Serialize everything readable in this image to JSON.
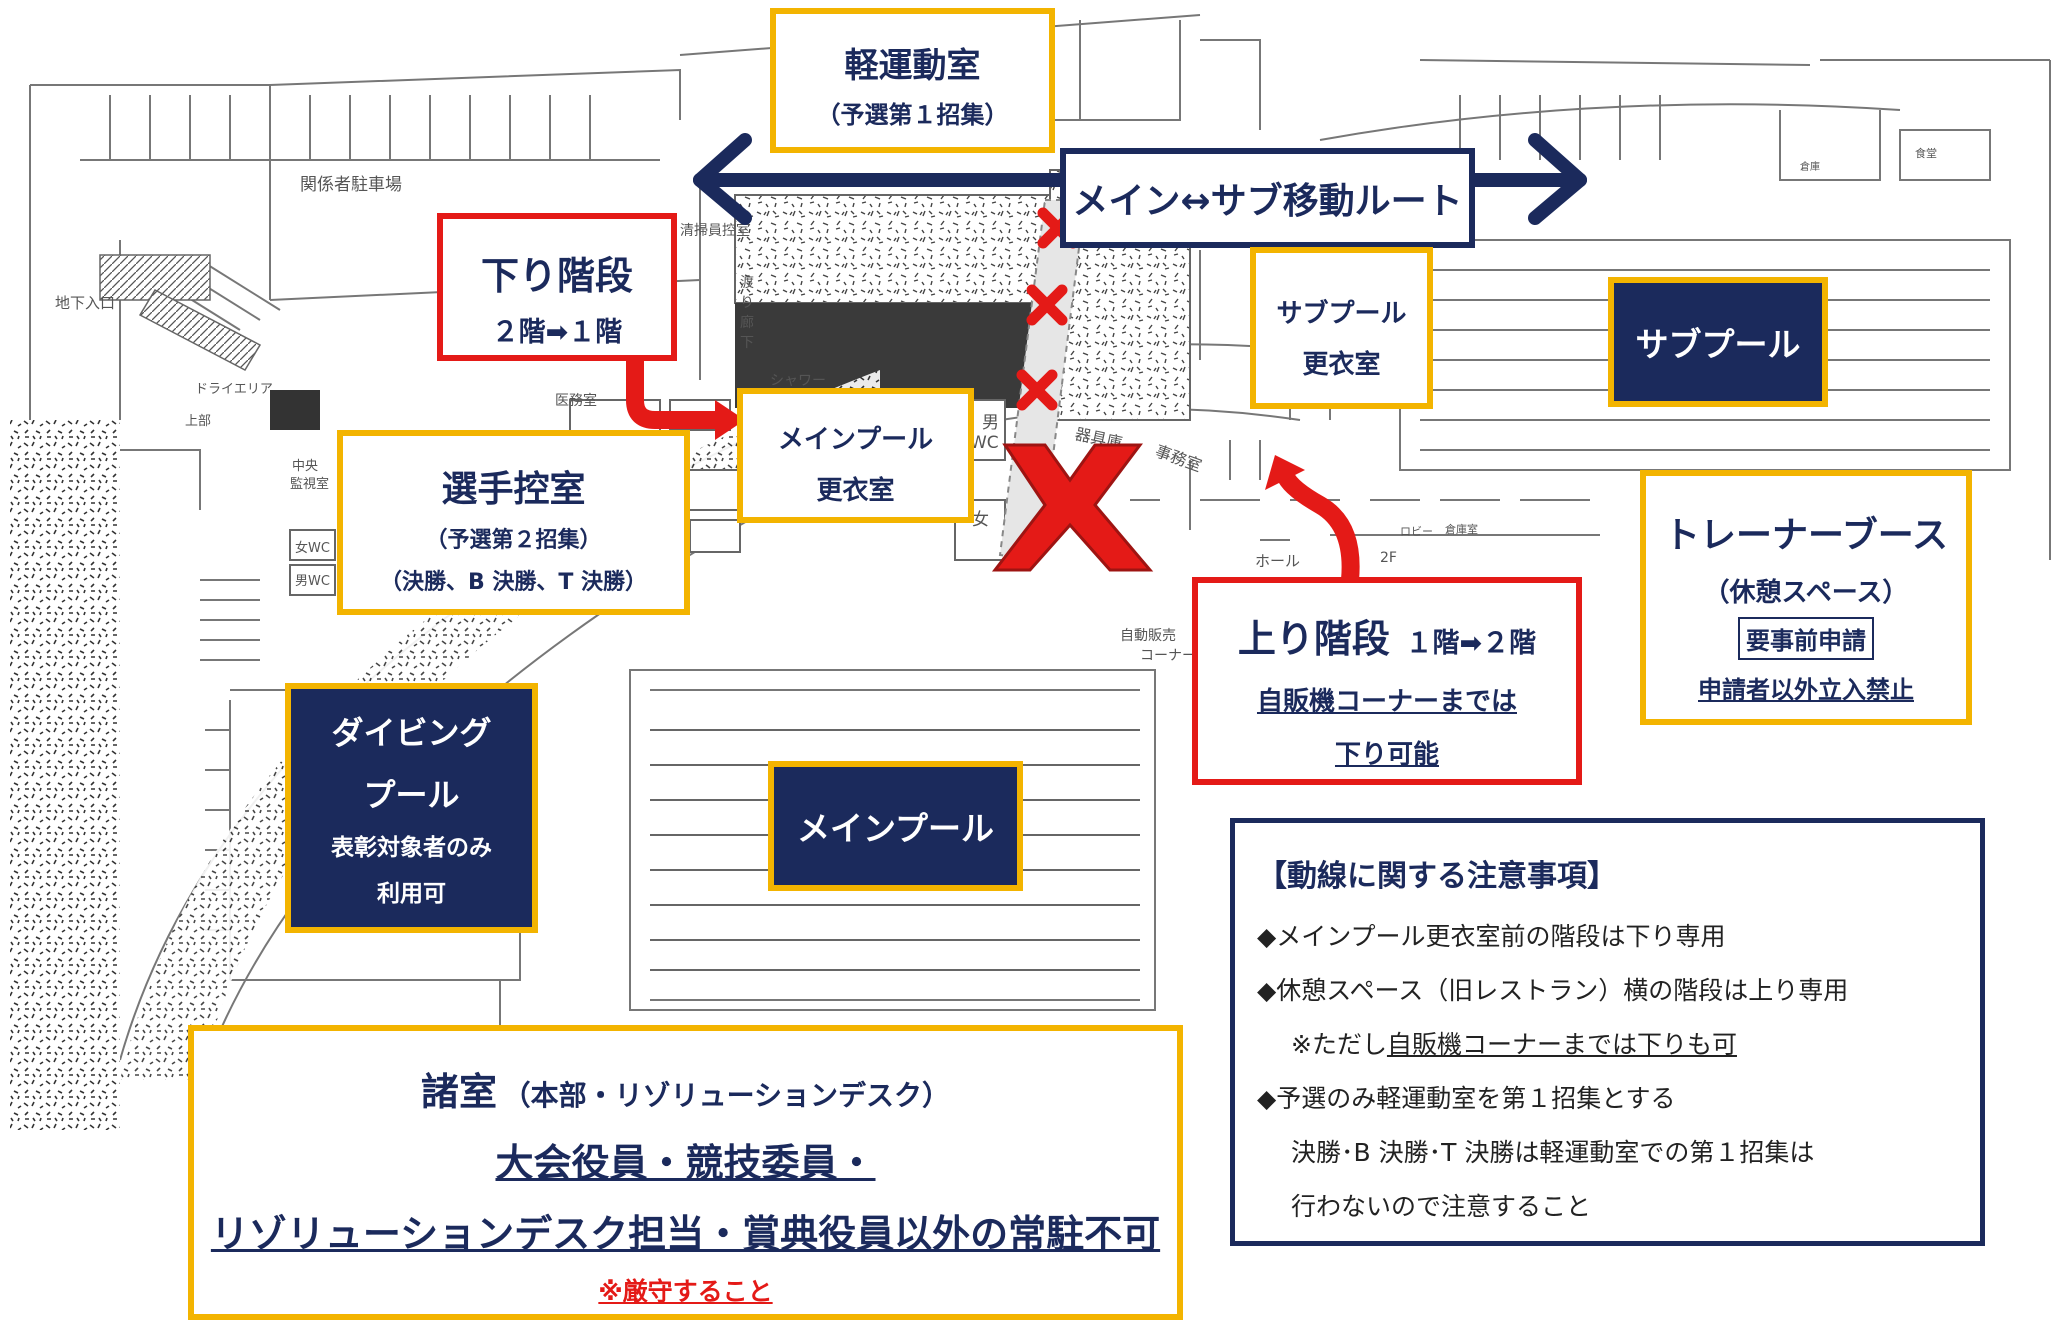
{
  "route": {
    "label": "メイン↔サブ移動ルート"
  },
  "light_gym": {
    "title": "軽運動室",
    "sub": "（予選第１招集）"
  },
  "down_stairs": {
    "title": "下り階段",
    "sub": "２階➡１階"
  },
  "athlete_room": {
    "title": "選手控室",
    "sub1": "（予選第２招集）",
    "sub2": "（決勝、B 決勝、T 決勝）"
  },
  "main_locker": {
    "line1": "メインプール",
    "line2": "更衣室"
  },
  "sub_locker": {
    "line1": "サブプール",
    "line2": "更衣室"
  },
  "sub_pool": {
    "label": "サブプール"
  },
  "trainer_booth": {
    "title": "トレーナーブース",
    "sub": "（休憩スペース）",
    "req": "要事前申請",
    "ban": "申請者以外立入禁止"
  },
  "up_stairs": {
    "title": "上り階段",
    "floors": "１階➡２階",
    "note1": "自販機コーナーまでは",
    "note2": "下り可能"
  },
  "diving_pool": {
    "line1": "ダイビング",
    "line2": "プール",
    "line3": "表彰対象者のみ",
    "line4": "利用可"
  },
  "main_pool": {
    "label": "メインプール"
  },
  "rooms": {
    "title": "諸室",
    "title_sub": "（本部・リゾリューションデスク）",
    "line1": "大会役員・競技委員・",
    "line2": "リゾリューションデスク担当・賞典役員以外の常駐不可",
    "warn": "※厳守すること"
  },
  "notes": {
    "title": "【動線に関する注意事項】",
    "item1": "◆メインプール更衣室前の階段は下り専用",
    "item2": "◆休憩スペース（旧レストラン）横の階段は上り専用",
    "item2_pre": "※ただし",
    "item2_ul": "自販機コーナーまでは下りも可",
    "item3": "◆予選のみ軽運動室を第１招集とする",
    "item3_a": "決勝･B 決勝･T 決勝は軽運動室での第１招集は",
    "item3_b": "行わないので注意すること"
  },
  "plan_labels": {
    "parking": "関係者駐車場",
    "basement": "地下入口",
    "dry_area": "ドライエリア",
    "dry_area2": "上部",
    "central": "中央",
    "central2": "監視室",
    "medical": "医務室",
    "shower": "シャワー",
    "mens_wc": "男",
    "wc": "WC",
    "womens_wc": "女",
    "girls_wc": "女WC",
    "boys_wc": "男WC",
    "storage": "器具庫",
    "office": "事務室",
    "hall": "ホール",
    "vending": "自動販売",
    "corner": "コーナー",
    "lobby": "ロビー",
    "custodian": "清掃員控室",
    "corridor1": "渡",
    "corridor2": "り",
    "corridor3": "廊",
    "corridor4": "下",
    "second_floor": "2F",
    "pool_office": "倉庫",
    "store": "倉庫室",
    "eat": "食堂"
  },
  "colors": {
    "navy": "#1b2a5c",
    "yellow": "#f3b400",
    "red": "#e41a17"
  }
}
